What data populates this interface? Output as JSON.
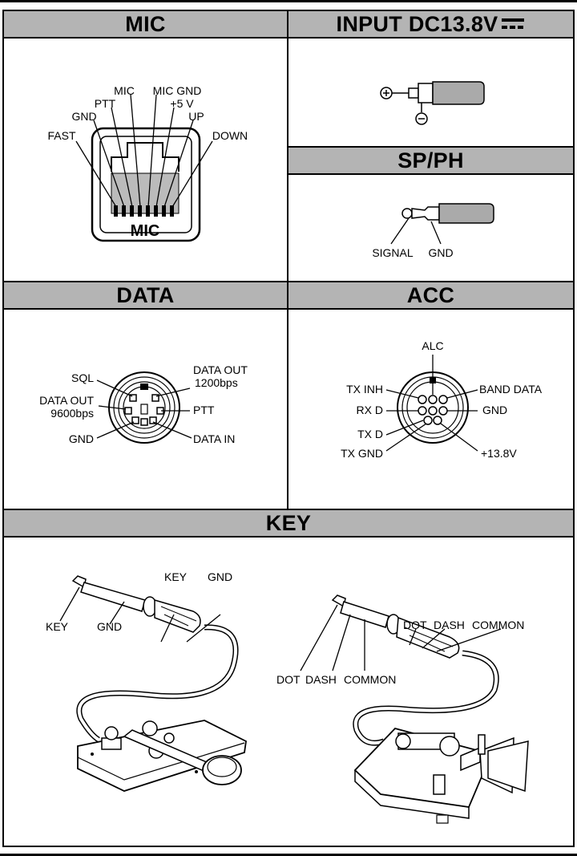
{
  "mic": {
    "title": "MIC",
    "pins": [
      "FAST",
      "GND",
      "PTT",
      "MIC",
      "MIC GND",
      "+5 V",
      "UP",
      "DOWN"
    ],
    "jack_label": "MIC"
  },
  "input": {
    "title": "INPUT DC13.8V",
    "plus": "⊕",
    "minus": "⊖"
  },
  "spph": {
    "title": "SP/PH",
    "labels": [
      "SIGNAL",
      "GND"
    ]
  },
  "data": {
    "title": "DATA",
    "labels": {
      "sql": "SQL",
      "out9600a": "DATA OUT",
      "out9600b": "9600bps",
      "gnd": "GND",
      "out1200a": "DATA OUT",
      "out1200b": "1200bps",
      "ptt": "PTT",
      "datain": "DATA IN"
    }
  },
  "acc": {
    "title": "ACC",
    "labels": {
      "alc": "ALC",
      "txinh": "TX INH",
      "rxd": "RX D",
      "txd": "TX D",
      "txgnd": "TX GND",
      "band": "BAND DATA",
      "gnd": "GND",
      "v138": "+13.8V"
    }
  },
  "key": {
    "title": "KEY",
    "left": {
      "key1": "KEY",
      "gnd1": "GND",
      "key2": "KEY",
      "gnd2": "GND"
    },
    "right": {
      "dot1": "DOT",
      "dash1": "DASH",
      "common1": "COMMON",
      "dot2": "DOT",
      "dash2": "DASH",
      "common2": "COMMON"
    }
  }
}
